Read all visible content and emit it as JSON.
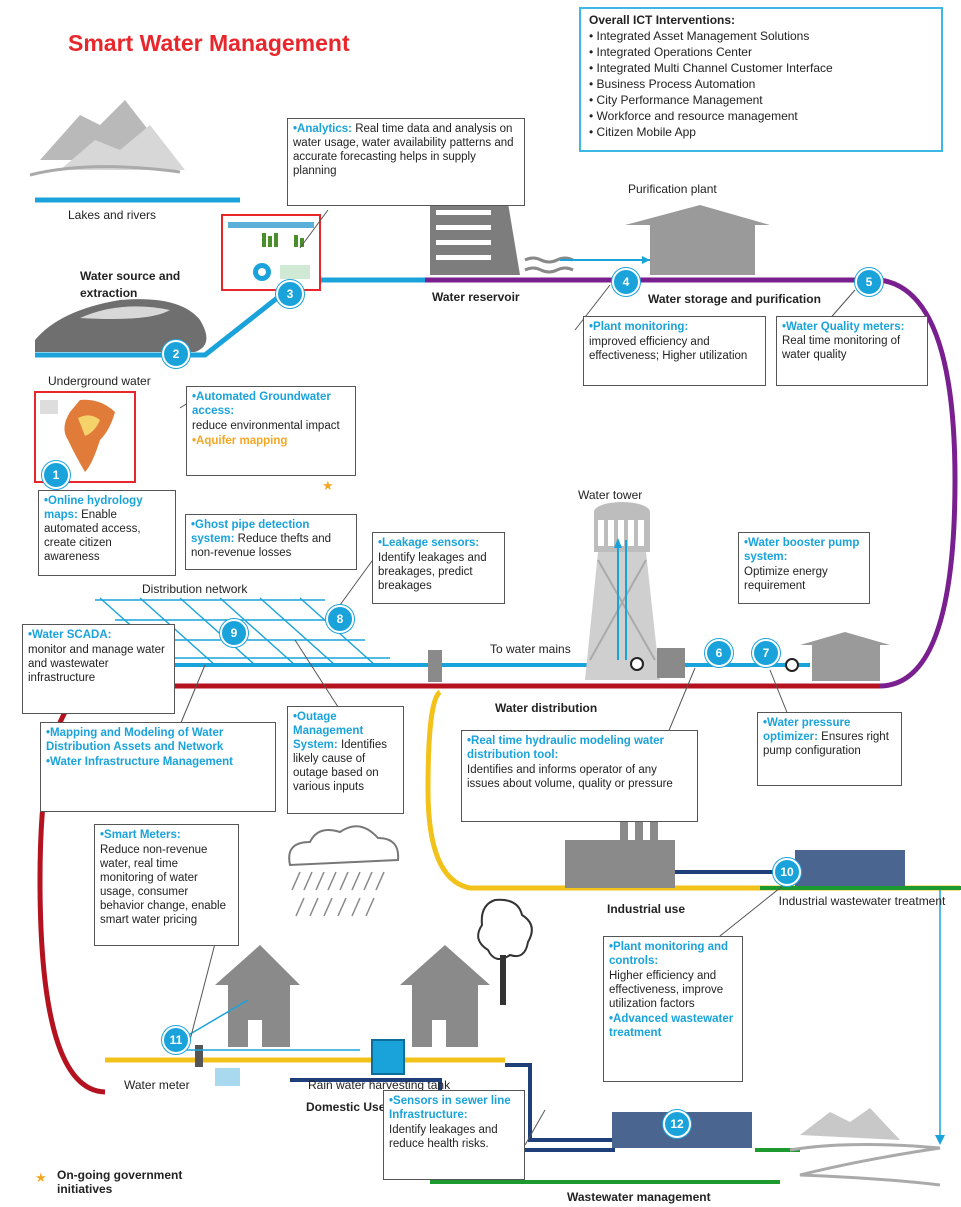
{
  "title": "Smart Water Management",
  "ict": {
    "heading": "Overall ICT Interventions:",
    "items": [
      "Integrated Asset Management  Solutions",
      "Integrated Operations Center",
      "Integrated Multi Channel Customer Interface",
      "Business Process Automation",
      "City Performance Management",
      "Workforce and resource management",
      "Citizen Mobile App"
    ]
  },
  "labels": {
    "lakes": "Lakes and rivers",
    "source": "Water source and extraction",
    "underground": "Underground water",
    "reservoir": "Water reservoir",
    "purification_plant": "Purification plant",
    "storage": "Water storage and purification",
    "tower": "Water tower",
    "network": "Distribution network",
    "mains": "To water mains",
    "distribution": "Water distribution",
    "industrial_use": "Industrial use",
    "industrial_ww": "Industrial wastewater treatment",
    "water_meter": "Water meter",
    "rain_tank": "Rain water harvesting tank",
    "domestic": "Domestic Use",
    "wastewater": "Wastewater management",
    "legend": "On-going government initiatives"
  },
  "boxes": {
    "analytics": {
      "head": "Analytics:",
      "body": " Real time data and analysis on water usage, water availability patterns and accurate forecasting helps in supply planning"
    },
    "plant_mon": {
      "head": "Plant monitoring:",
      "body": "improved efficiency and effectiveness; Higher utilization"
    },
    "wq": {
      "head": "Water Quality meters:",
      "body": " Real time monitoring of water quality"
    },
    "groundwater": {
      "head": "Automated Groundwater access:",
      "body": "reduce environmental impact",
      "head2": "Aquifer mapping"
    },
    "hydrology": {
      "head": "Online hydrology maps:",
      "body": " Enable automated access, create citizen awareness"
    },
    "ghost": {
      "head": "Ghost pipe detection system:",
      "body": " Reduce thefts and non-revenue losses"
    },
    "leakage": {
      "head": "Leakage sensors:",
      "body": "Identify leakages and breakages, predict breakages"
    },
    "booster": {
      "head": "Water booster pump system:",
      "body": "Optimize energy requirement"
    },
    "scada": {
      "head": "Water SCADA:",
      "body": "monitor and manage water and wastewater infrastructure"
    },
    "mapping": {
      "head": "Mapping and Modeling of Water Distribution Assets and Network",
      "head2": "Water Infrastructure Management"
    },
    "outage": {
      "head": "Outage Management System:",
      "body": " Identifies likely cause of outage based on various inputs"
    },
    "hydraulic": {
      "head": "Real time hydraulic modeling water distribution tool:",
      "body": "Identifies and informs operator of any issues about volume, quality or pressure"
    },
    "pressure": {
      "head": "Water pressure optimizer:",
      "body": " Ensures right pump configuration"
    },
    "smart_meters": {
      "head": "Smart Meters:",
      "body": "Reduce non-revenue water, real time monitoring of water usage, consumer behavior change, enable smart water pricing"
    },
    "plant_ctrl": {
      "head": "Plant monitoring and controls:",
      "body": "Higher efficiency and effectiveness, improve utilization factors",
      "head2": "Advanced wastewater treatment"
    },
    "sewer": {
      "head": "Sensors in sewer line Infrastructure:",
      "body": "Identify leakages and reduce health risks."
    }
  },
  "badges": [
    "1",
    "2",
    "3",
    "4",
    "5",
    "6",
    "7",
    "8",
    "9",
    "10",
    "11",
    "12"
  ],
  "colors": {
    "blue": "#1aa3db",
    "red": "#b3121e",
    "purple": "#7a1f8f",
    "yellow": "#f2c21a",
    "green": "#1c9a2e",
    "navy": "#1f3f7a",
    "title_red": "#e8262b",
    "grey": "#8a8a8a"
  }
}
